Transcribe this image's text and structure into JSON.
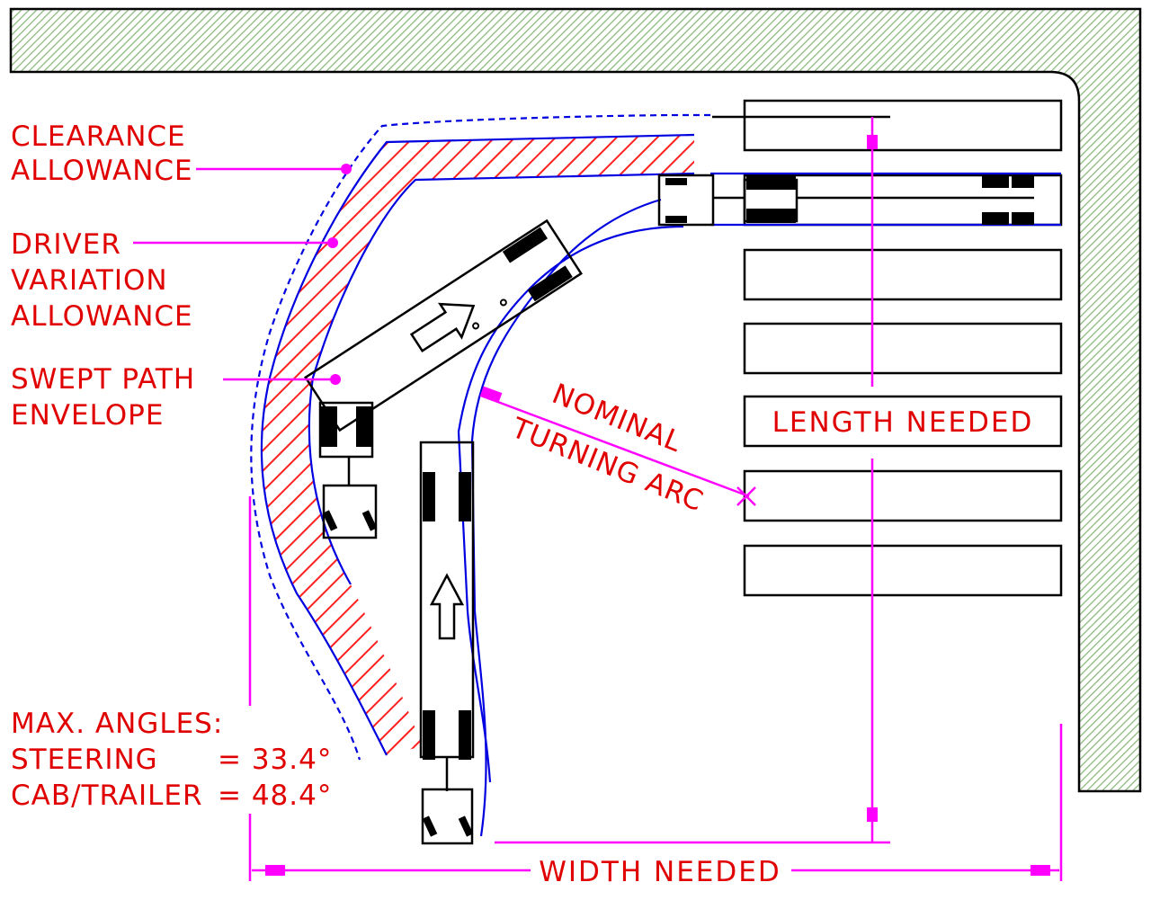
{
  "labels": {
    "clearance_line1": "CLEARANCE",
    "clearance_line2": "ALLOWANCE",
    "driver_line1": "DRIVER",
    "driver_line2": "VARIATION",
    "driver_line3": "ALLOWANCE",
    "swept_line1": "SWEPT  PATH",
    "swept_line2": "ENVELOPE",
    "nominal_line1": "NOMINAL",
    "nominal_line2": "TURNING  ARC",
    "max_angles": "MAX.  ANGLES:",
    "steering_label": "STEERING",
    "steering_value": "=   33.4°",
    "cab_trailer_label": "CAB/TRAILER",
    "cab_trailer_value": "=   48.4°"
  },
  "dimensions": {
    "length_needed": "LENGTH  NEEDED",
    "width_needed": "WIDTH  NEEDED"
  },
  "colors": {
    "label_red": "#e00000",
    "path_blue": "#0000e0",
    "leader_magenta": "#ff00ff",
    "hatch_green": "#88b878"
  }
}
